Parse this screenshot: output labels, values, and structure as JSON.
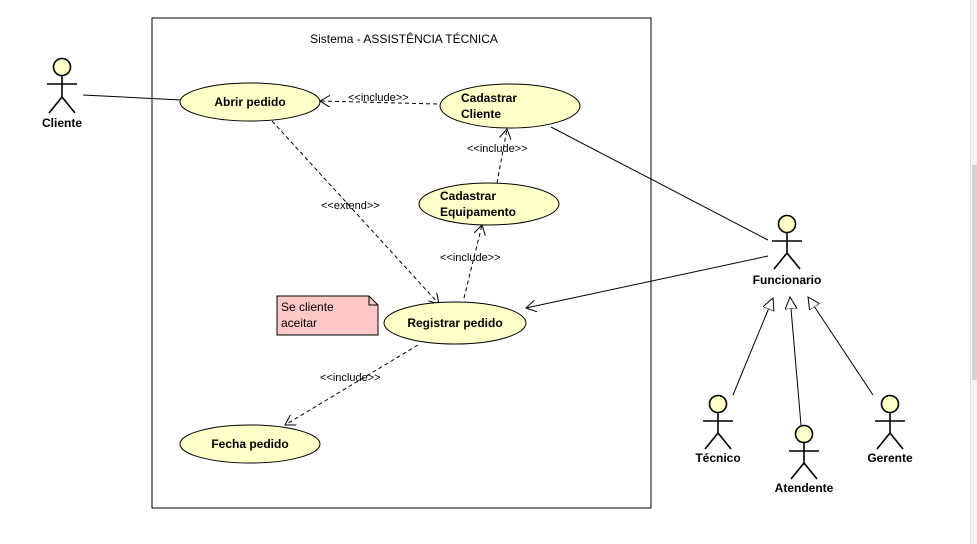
{
  "system": {
    "title": "Sistema - ASSISTÊNCIA TÉCNICA"
  },
  "actors": {
    "cliente": "Cliente",
    "funcionario": "Funcionario",
    "tecnico": "Técnico",
    "atendente": "Atendente",
    "gerente": "Gerente"
  },
  "use_cases": {
    "abrir_pedido": "Abrir pedido",
    "cadastrar_cliente_line1": "Cadastrar",
    "cadastrar_cliente_line2": "Cliente",
    "cadastrar_equipamento_line1": "Cadastrar",
    "cadastrar_equipamento_line2": "Equipamento",
    "registrar_pedido": "Registrar pedido",
    "fecha_pedido": "Fecha pedido"
  },
  "relations": {
    "include_1": "<<include>>",
    "include_2": "<<include>>",
    "include_3": "<<include>>",
    "include_4": "<<include>>",
    "extend_1": "<<extend>>"
  },
  "note": {
    "line1": "Se cliente",
    "line2": "aceitar",
    "color": "#ffc8c8"
  },
  "colors": {
    "use_case_fill": "#ffffc8",
    "line": "#000000"
  }
}
